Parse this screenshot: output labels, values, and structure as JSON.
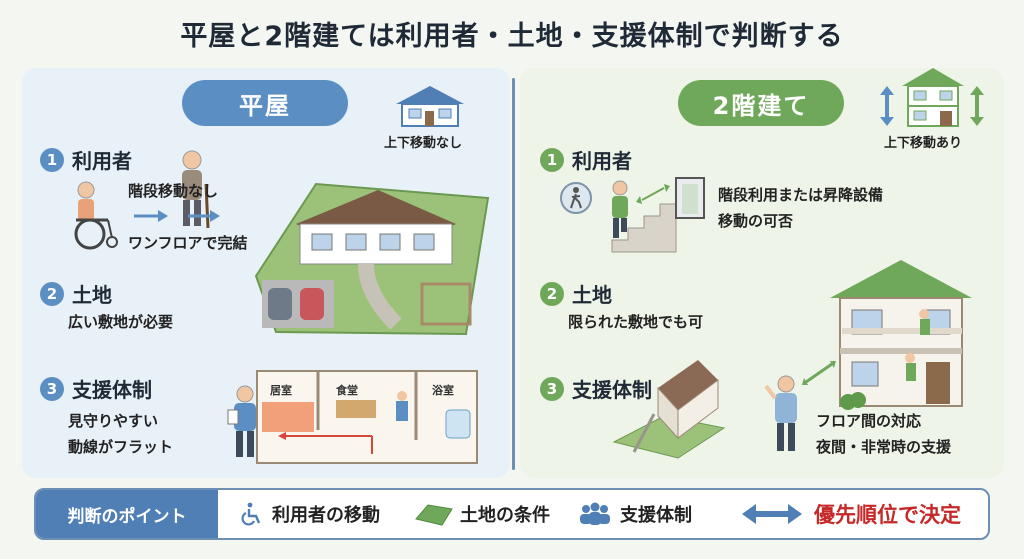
{
  "title": "平屋と2階建ては利用者・土地・支援体制で判断する",
  "left": {
    "heading": "平屋",
    "house_caption": "上下移動なし",
    "sections": [
      {
        "num": "1",
        "label": "利用者"
      },
      {
        "num": "2",
        "label": "土地"
      },
      {
        "num": "3",
        "label": "支援体制"
      }
    ],
    "user_text1": "階段移動なし",
    "user_text2": "ワンフロアで完結",
    "land_text": "広い敷地が必要",
    "support_text1": "見守りやすい",
    "support_text2": "動線がフラット",
    "rooms": [
      "居室",
      "食堂",
      "浴室"
    ]
  },
  "right": {
    "heading": "2階建て",
    "house_caption": "上下移動あり",
    "sections": [
      {
        "num": "1",
        "label": "利用者"
      },
      {
        "num": "2",
        "label": "土地"
      },
      {
        "num": "3",
        "label": "支援体制"
      }
    ],
    "user_text1": "階段利用または昇降設備",
    "user_text2": "移動の可否",
    "land_text": "限られた敷地でも可",
    "support_text1": "フロア間の対応",
    "support_text2": "夜間・非常時の支援"
  },
  "footer": {
    "heading": "判断のポイント",
    "item1": "利用者の移動",
    "item2": "土地の条件",
    "item3": "支援体制",
    "final": "優先順位で決定"
  },
  "colors": {
    "blue": "#5b8fc4",
    "green": "#6fa85a",
    "red": "#c62828"
  },
  "icons": [
    "house-icon",
    "wheelchair-icon",
    "elderly-person-icon",
    "walking-person-icon",
    "stairs-icon",
    "caregiver-icon",
    "land-icon",
    "people-group-icon",
    "double-arrow-icon"
  ]
}
